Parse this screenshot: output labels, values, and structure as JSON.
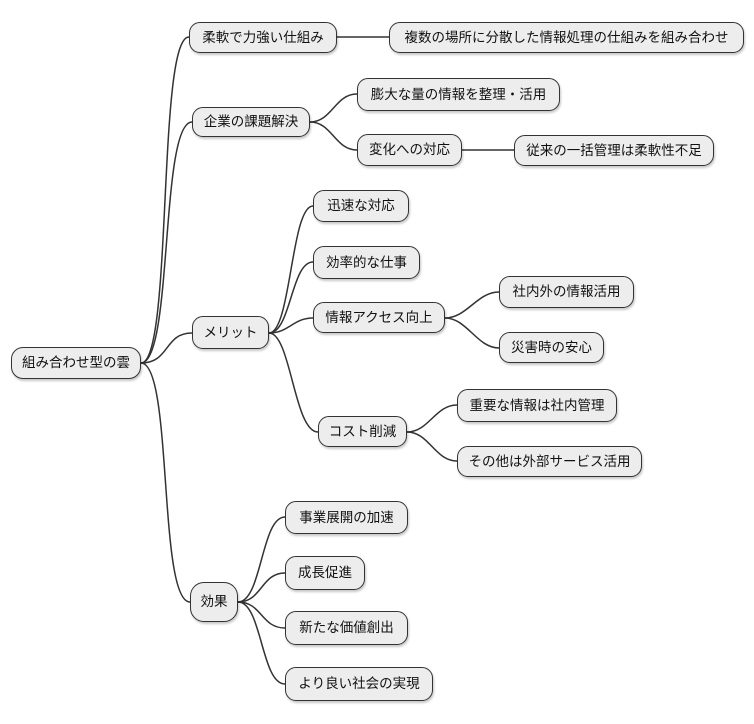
{
  "colors": {
    "node_fill": "#ededed",
    "node_border": "#333333",
    "edge": "#333333",
    "background": "#ffffff"
  },
  "nodes": [
    {
      "id": "root",
      "level": 0,
      "label": "組み合わせ型の雲"
    },
    {
      "id": "flexible",
      "level": 1,
      "label": "柔軟で力強い仕組み"
    },
    {
      "id": "combine",
      "level": 2,
      "label": "複数の場所に分散した情報処理の仕組みを組み合わせ"
    },
    {
      "id": "problem-solving",
      "level": 1,
      "label": "企業の課題解決"
    },
    {
      "id": "organize-info",
      "level": 2,
      "label": "膨大な量の情報を整理・活用"
    },
    {
      "id": "adapt-change",
      "level": 2,
      "label": "変化への対応"
    },
    {
      "id": "legacy-inflexible",
      "level": 3,
      "label": "従来の一括管理は柔軟性不足"
    },
    {
      "id": "merit",
      "level": 1,
      "label": "メリット"
    },
    {
      "id": "quick-response",
      "level": 2,
      "label": "迅速な対応"
    },
    {
      "id": "efficient-work",
      "level": 2,
      "label": "効率的な仕事"
    },
    {
      "id": "info-access",
      "level": 2,
      "label": "情報アクセス向上"
    },
    {
      "id": "internal-external",
      "level": 3,
      "label": "社内外の情報活用"
    },
    {
      "id": "disaster-safety",
      "level": 3,
      "label": "災害時の安心"
    },
    {
      "id": "cost-reduction",
      "level": 2,
      "label": "コスト削減"
    },
    {
      "id": "important-internal",
      "level": 3,
      "label": "重要な情報は社内管理"
    },
    {
      "id": "others-external",
      "level": 3,
      "label": "その他は外部サービス活用"
    },
    {
      "id": "effect",
      "level": 1,
      "label": "効果"
    },
    {
      "id": "business-accel",
      "level": 2,
      "label": "事業展開の加速"
    },
    {
      "id": "growth",
      "level": 2,
      "label": "成長促進"
    },
    {
      "id": "new-value",
      "level": 2,
      "label": "新たな価値創出"
    },
    {
      "id": "better-society",
      "level": 2,
      "label": "より良い社会の実現"
    }
  ],
  "edges": [
    {
      "from": "root",
      "to": "flexible"
    },
    {
      "from": "root",
      "to": "problem-solving"
    },
    {
      "from": "root",
      "to": "merit"
    },
    {
      "from": "root",
      "to": "effect"
    },
    {
      "from": "flexible",
      "to": "combine"
    },
    {
      "from": "problem-solving",
      "to": "organize-info"
    },
    {
      "from": "problem-solving",
      "to": "adapt-change"
    },
    {
      "from": "adapt-change",
      "to": "legacy-inflexible"
    },
    {
      "from": "merit",
      "to": "quick-response"
    },
    {
      "from": "merit",
      "to": "efficient-work"
    },
    {
      "from": "merit",
      "to": "info-access"
    },
    {
      "from": "merit",
      "to": "cost-reduction"
    },
    {
      "from": "info-access",
      "to": "internal-external"
    },
    {
      "from": "info-access",
      "to": "disaster-safety"
    },
    {
      "from": "cost-reduction",
      "to": "important-internal"
    },
    {
      "from": "cost-reduction",
      "to": "others-external"
    },
    {
      "from": "effect",
      "to": "business-accel"
    },
    {
      "from": "effect",
      "to": "growth"
    },
    {
      "from": "effect",
      "to": "new-value"
    },
    {
      "from": "effect",
      "to": "better-society"
    }
  ]
}
